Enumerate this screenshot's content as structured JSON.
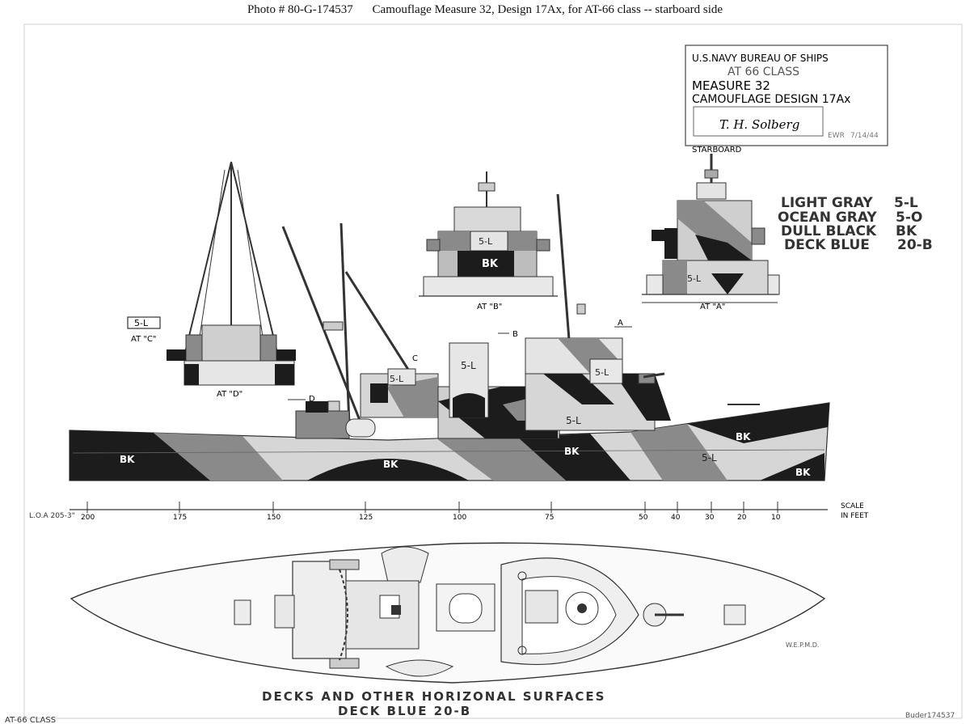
{
  "caption": {
    "photo_id": "Photo #  80-G-174537",
    "description": "Camouflage Measure 32, Design 17Ax, for AT-66 class -- starboard side"
  },
  "title_block": {
    "line1": "U.S.NAVY   BUREAU OF SHIPS",
    "line2": "AT 66 CLASS",
    "line3": "MEASURE 32",
    "line4": "CAMOUFLAGE DESIGN 17Ax",
    "signature": "T. H. Solberg",
    "initials": "EWR",
    "date": "7/14/44"
  },
  "view_labels": {
    "starboard": "STARBOARD",
    "at_a": "AT \"A\"",
    "at_b": "AT \"B\"",
    "at_c": "AT \"C\"",
    "at_d": "AT \"D\"",
    "marker_a": "A",
    "marker_b": "B",
    "marker_c": "C",
    "marker_d": "D"
  },
  "legend": {
    "items": [
      {
        "name": "LIGHT GRAY",
        "code": "5-L"
      },
      {
        "name": "OCEAN GRAY",
        "code": "5-O"
      },
      {
        "name": "DULL BLACK",
        "code": "BK"
      },
      {
        "name": "DECK BLUE",
        "code": "20-B"
      }
    ]
  },
  "patch_labels": {
    "light_gray": "5-L",
    "black": "BK"
  },
  "scale": {
    "ticks": [
      "200",
      "175",
      "150",
      "125",
      "100",
      "75",
      "50",
      "40",
      "30",
      "20",
      "10"
    ],
    "scale_label": "SCALE",
    "units_label": "IN FEET",
    "loa_label": "L.O.A 205-3\""
  },
  "deck_plan": {
    "caption_line1": "DECKS  AND  OTHER  HORIZONAL  SURFACES",
    "caption_line2": "DECK  BLUE  20-B",
    "artist_mark": "W.E.P.M.D."
  },
  "footer": {
    "corner_label": "AT-66 CLASS",
    "negative_number": "Buder174537"
  },
  "colors": {
    "light_gray": "#d6d6d6",
    "ocean_gray": "#8a8a8a",
    "dull_black": "#1c1c1c",
    "deck_blue": "#9a9a9a",
    "paper": "#ffffff",
    "ink": "#1a1a1a"
  }
}
